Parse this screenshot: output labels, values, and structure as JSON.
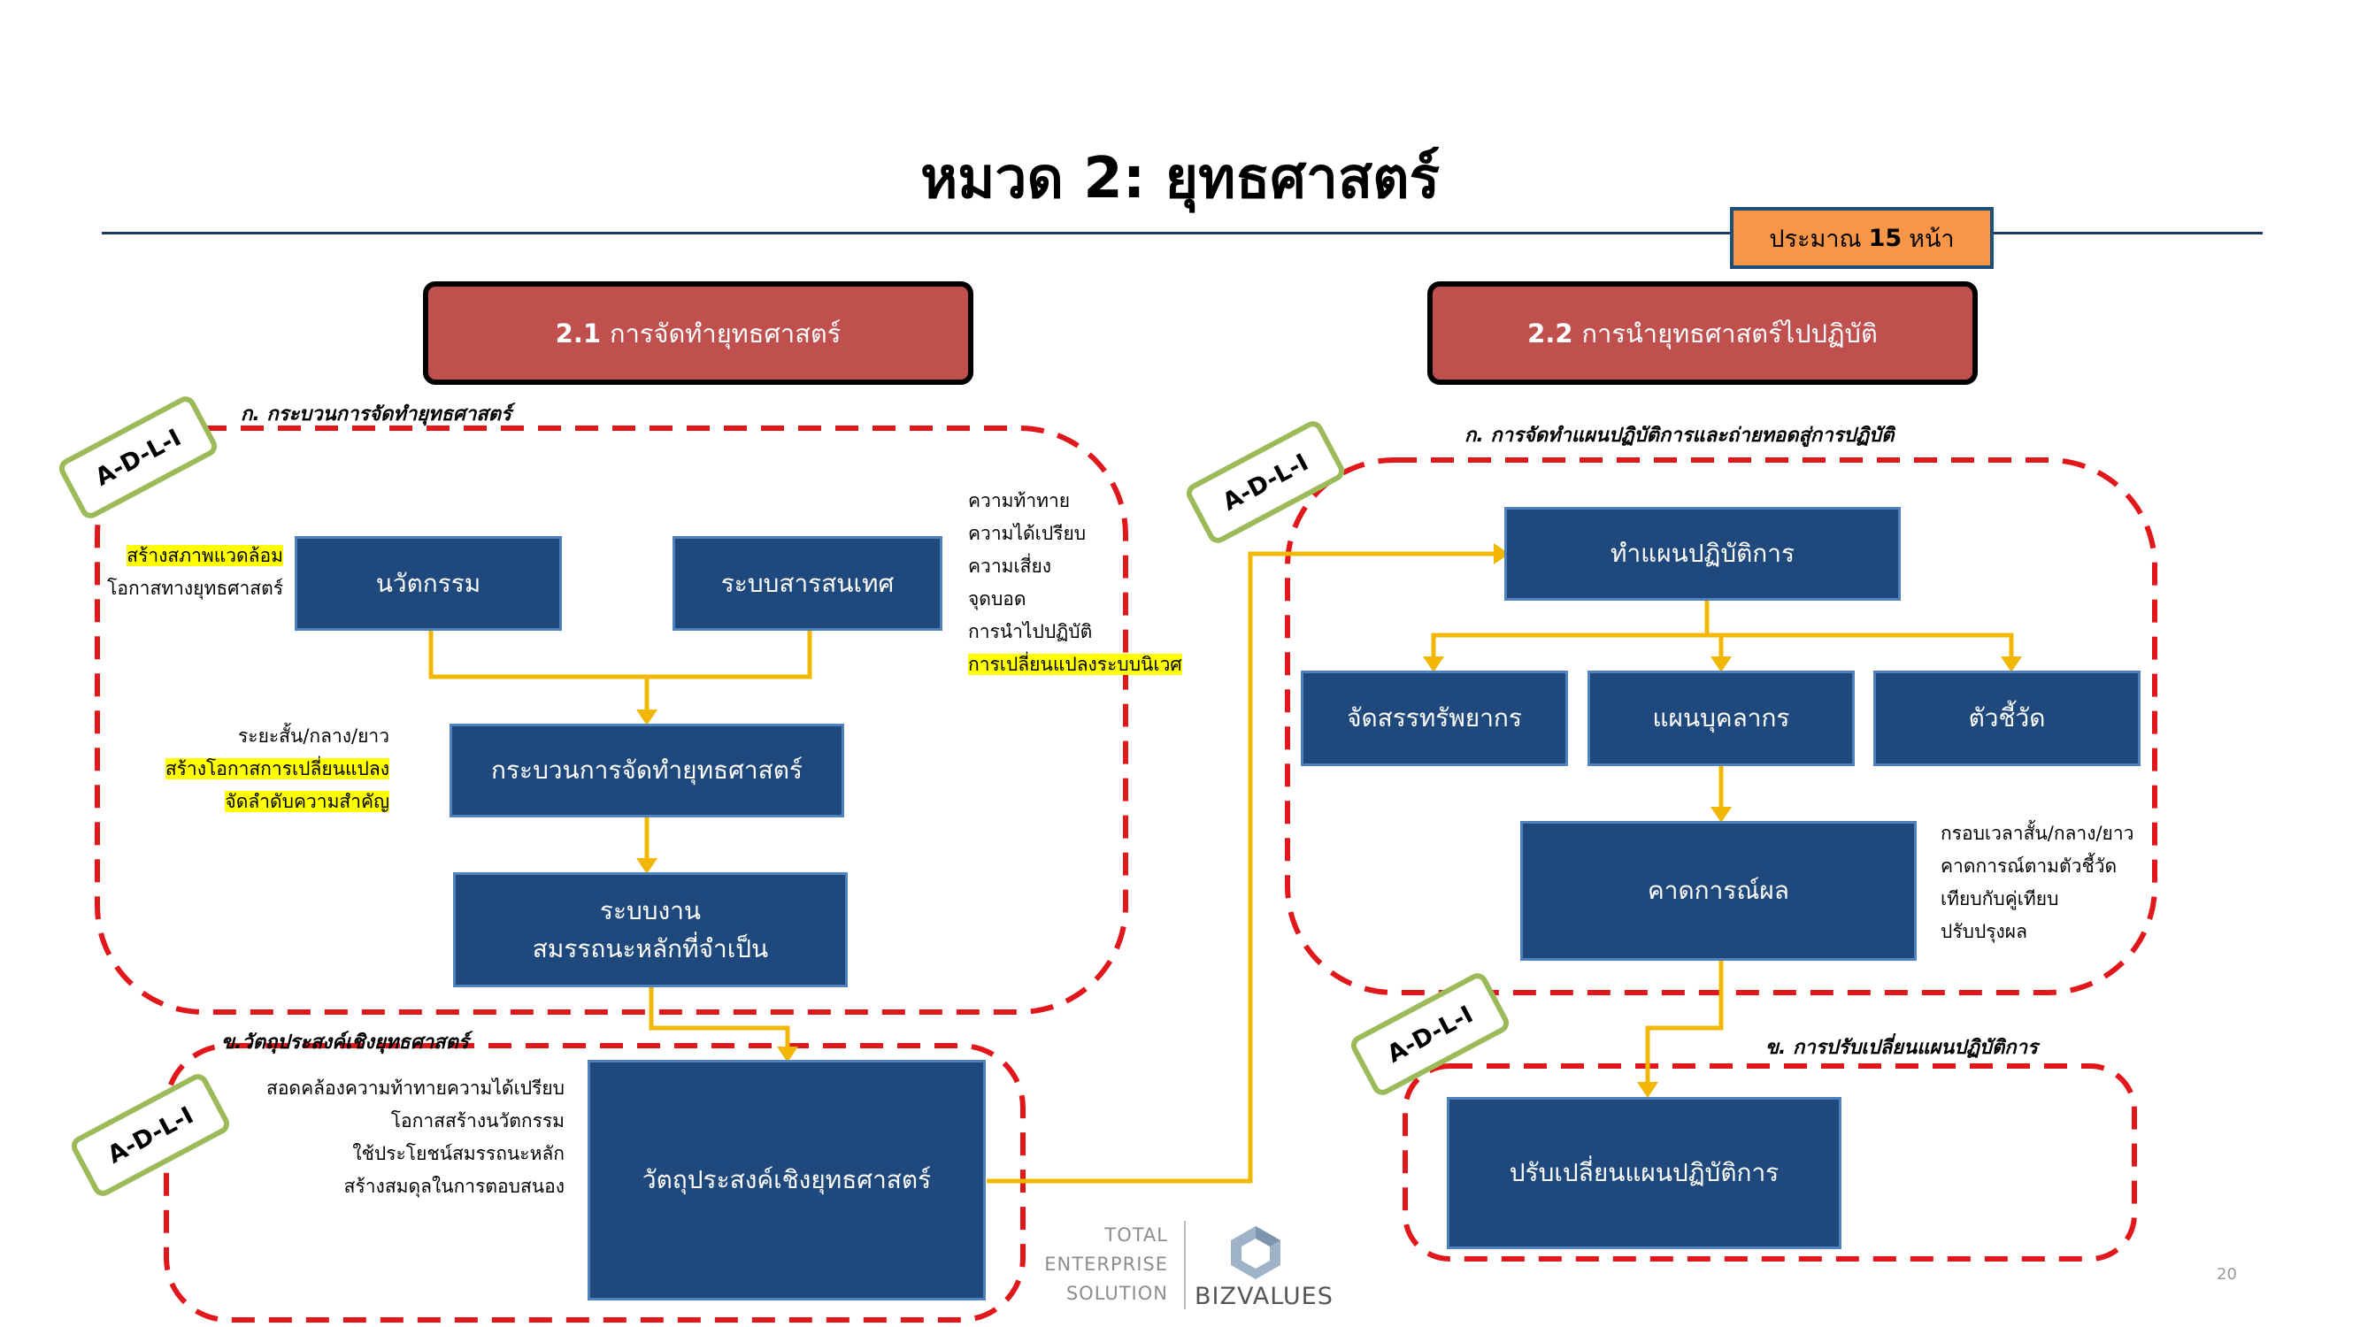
{
  "title": "หมวด 2: ยุทธศาสตร์",
  "pages_badge": {
    "prefix": "ประมาณ",
    "number": "15",
    "suffix": "หน้า"
  },
  "section_2_1": {
    "number": "2.1",
    "label": "การจัดทำยุทธศาสตร์"
  },
  "section_2_2": {
    "number": "2.2",
    "label": "การนำยุทธศาสตร์ไปปฏิบัติ"
  },
  "adli_label": "A-D-L-I",
  "left": {
    "sub_a_title": "ก. กระบวนการจัดทำยุทธศาสตร์",
    "sub_b_title": "ข.วัตถุประสงค์เชิงยุทธศาสตร์",
    "box_innovation": "นวัตกรรม",
    "box_info_system": "ระบบสารสนเทศ",
    "box_process": "กระบวนการจัดทำยุทธศาสตร์",
    "box_work_system_line1": "ระบบงาน",
    "box_work_system_line2": "สมรรถนะหลักที่จำเป็น",
    "box_objective": "วัตถุประสงค์เชิงยุทธศาสตร์",
    "note_innovation": [
      "สร้างสภาพแวดล้อม",
      "โอกาสทางยุทธศาสตร์"
    ],
    "note_process": [
      "ระยะสั้น/กลาง/ยาว",
      "สร้างโอกาสการเปลี่ยนแปลง",
      "จัดลำดับความสำคัญ"
    ],
    "note_info": [
      "ความท้าทาย",
      "ความได้เปรียบ",
      "ความเสี่ยง",
      "จุดบอด",
      "การนำไปปฏิบัติ",
      "การเปลี่ยนแปลงระบบนิเวศ"
    ],
    "note_objective": [
      "สอดคล้องความท้าทายความได้เปรียบ",
      "โอกาสสร้างนวัตกรรม",
      "ใช้ประโยชน์สมรรถนะหลัก",
      "สร้างสมดุลในการตอบสนอง"
    ]
  },
  "right": {
    "sub_a_title": "ก. การจัดทำแผนปฏิบัติการและถ่ายทอดสู่การปฏิบัติ",
    "sub_b_title": "ข. การปรับเปลี่ยนแผนปฏิบัติการ",
    "box_action_plan": "ทำแผนปฏิบัติการ",
    "box_resources": "จัดสรรทรัพยากร",
    "box_hr_plan": "แผนบุคลากร",
    "box_indicators": "ตัวชี้วัด",
    "box_projection": "คาดการณ์ผล",
    "box_modify": "ปรับเปลี่ยนแผนปฏิบัติการ",
    "note_projection": [
      "กรอบเวลาสั้น/กลาง/ยาว",
      "คาดการณ์ตามตัวชี้วัด",
      "เทียบกับคู่เทียบ",
      "ปรับปรุงผล"
    ]
  },
  "footer": {
    "logo_lines": [
      "TOTAL",
      "ENTERPRISE",
      "SOLUTION"
    ],
    "brand": "BIZVALUES",
    "page_number": "20"
  },
  "colors": {
    "box_blue": "#1f497d",
    "header_red": "#c0504d",
    "connector": "#f2b705",
    "dashed": "#e0181b",
    "adli_border": "#9bbb59",
    "highlight": "#ffff00",
    "badge": "#f79646"
  }
}
